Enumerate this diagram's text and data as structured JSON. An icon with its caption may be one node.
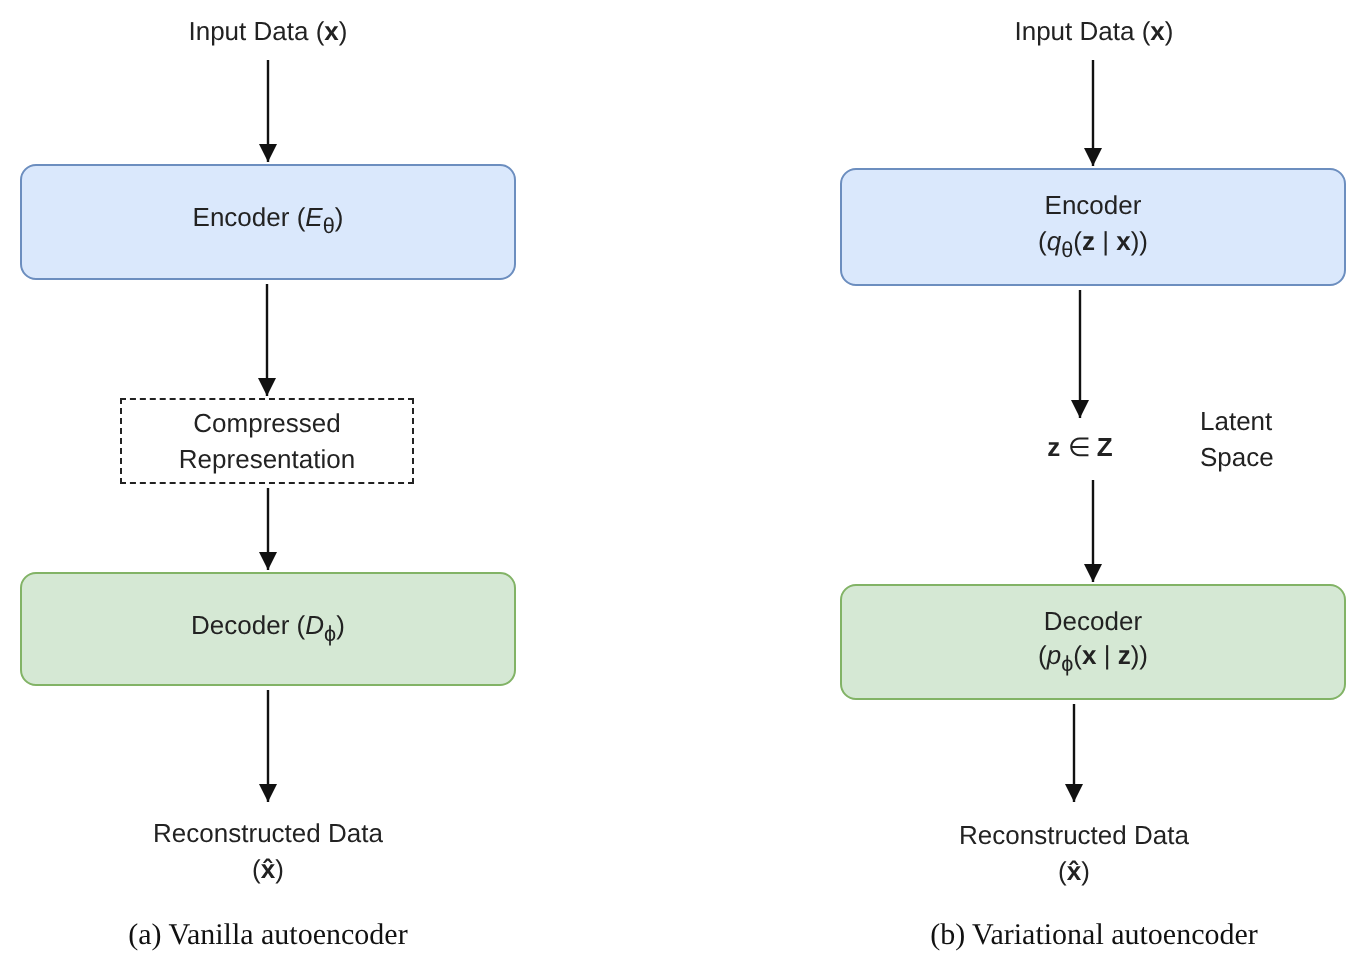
{
  "diagram": {
    "nodes": [
      {
        "text": [
          "Input Data (**x**)"
        ]
      },
      {
        "text": [
          "Encoder (*E*$_{θ}$)"
        ]
      },
      {
        "text": [
          "Compressed Representation"
        ]
      },
      {
        "text": [
          "Decoder (*D*$_{ϕ}$)"
        ]
      },
      {
        "text": [
          "Reconstructed Data (**x̂**)"
        ]
      },
      {
        "text": [
          "Input Data (**x**)"
        ]
      },
      {
        "text": [
          "Encoder",
          "(*q*$_{θ}$(**z** | **x**))"
        ]
      },
      {
        "text": [
          "**z** ∈ **Z**"
        ],
        "beside": [
          "Latent Space"
        ]
      },
      {
        "text": [
          "Decoder",
          "(*p*$_{ϕ}$(**x** | **z**))"
        ]
      },
      {
        "text": [
          "Reconstructed Data (**x̂**)"
        ]
      }
    ],
    "edges": [
      {
        "from": 0,
        "to": 1,
        "arrow": "to"
      },
      {
        "from": 1,
        "to": 2,
        "arrow": "to"
      },
      {
        "from": 2,
        "to": 3,
        "arrow": "to"
      },
      {
        "from": 3,
        "to": 4,
        "arrow": "to"
      },
      {
        "from": 5,
        "to": 6,
        "arrow": "to"
      },
      {
        "from": 6,
        "to": 7,
        "arrow": "to"
      },
      {
        "from": 7,
        "to": 8,
        "arrow": "to"
      },
      {
        "from": 8,
        "to": 9,
        "arrow": "to"
      }
    ],
    "labels": [
      "(a) Vanilla autoencoder",
      "(b) Variational autoencoder"
    ]
  }
}
